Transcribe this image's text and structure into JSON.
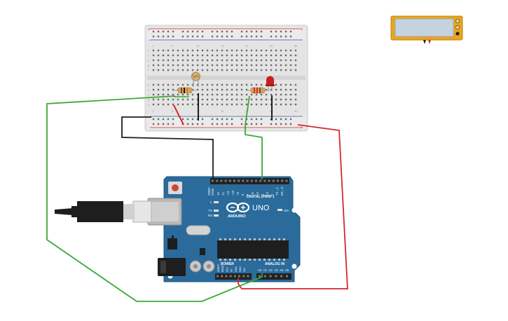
{
  "arduino": {
    "brand": "ARDUINO",
    "model": "UNO",
    "digital_label": "DIGITAL (PWM~)",
    "power_label": "POWER",
    "analog_label": "ANALOG IN",
    "on_label": "ON",
    "l_label": "L",
    "tx_label": "TX",
    "rx_label": "RX",
    "aref_label": "AREF",
    "gnd_label": "GND",
    "digital_pins": [
      "13",
      "12",
      "~11",
      "~10",
      "~9",
      "8",
      "7",
      "~6",
      "~5",
      "4",
      "~3",
      "2",
      "TX→1",
      "RX←0"
    ],
    "power_pins": [
      "IOREF",
      "RESET",
      "3V3",
      "5V",
      "GND",
      "GND",
      "VIN"
    ],
    "analog_pins": [
      "A0",
      "A1",
      "A2",
      "A3",
      "A4",
      "A5"
    ]
  },
  "breadboard": {
    "col_numbers": [
      "1",
      "5",
      "10",
      "15",
      "20",
      "25",
      "30"
    ],
    "row_letters_top": [
      "j",
      "i",
      "h",
      "g",
      "f"
    ],
    "row_letters_bottom": [
      "e",
      "d",
      "c",
      "b",
      "a"
    ],
    "rail_plus": "+",
    "rail_minus": "-"
  },
  "colors": {
    "board_blue": "#2a6b9c",
    "wire_green": "#3aaa35",
    "wire_red": "#d8262b",
    "wire_black": "#1e1e1e",
    "led_red": "#c81e1e",
    "display_frame": "#e8a51c",
    "display_screen": "#c5d3e0"
  },
  "icons": [
    "usb-cable-icon",
    "reset-button-icon",
    "infinity-logo-icon"
  ]
}
